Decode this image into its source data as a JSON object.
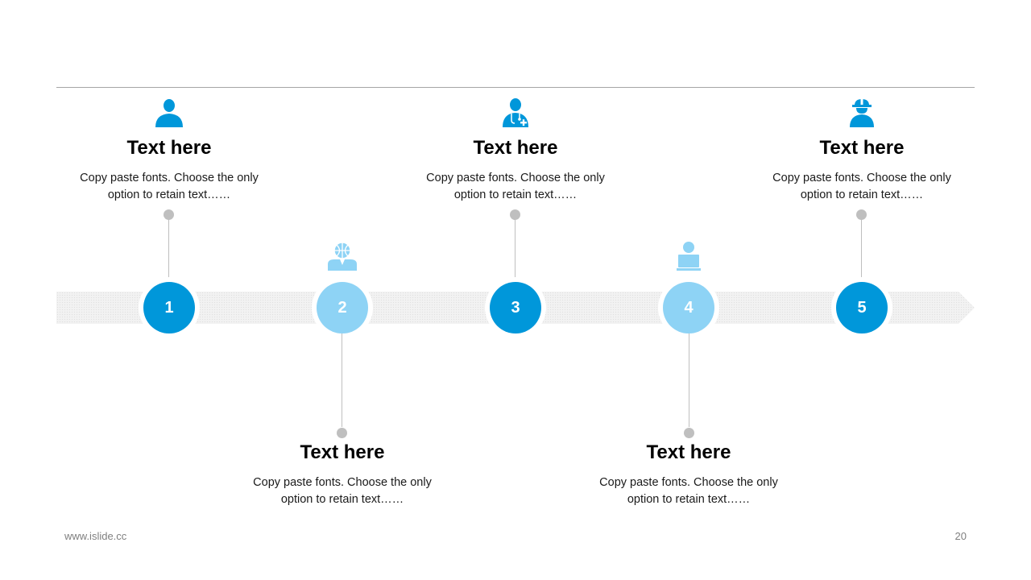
{
  "footer": {
    "website": "www.islide.cc",
    "page_number": "20"
  },
  "colors": {
    "dark_blue": "#0097da",
    "light_blue": "#8ed3f5",
    "connector_gray": "#bfbfbf"
  },
  "steps": [
    {
      "number": "1",
      "title": "Text here",
      "desc_line1": "Copy paste fonts. Choose the only",
      "desc_line2": "option to retain text……",
      "icon": "person-icon"
    },
    {
      "number": "2",
      "title": "Text here",
      "desc_line1": "Copy paste fonts. Choose the only",
      "desc_line2": "option to retain text……",
      "icon": "person-globe-icon"
    },
    {
      "number": "3",
      "title": "Text here",
      "desc_line1": "Copy paste fonts. Choose the only",
      "desc_line2": "option to retain text……",
      "icon": "doctor-icon"
    },
    {
      "number": "4",
      "title": "Text here",
      "desc_line1": "Copy paste fonts. Choose the only",
      "desc_line2": "option to retain text……",
      "icon": "person-laptop-icon"
    },
    {
      "number": "5",
      "title": "Text here",
      "desc_line1": "Copy paste fonts. Choose the only",
      "desc_line2": "option to retain text……",
      "icon": "worker-helmet-icon"
    }
  ]
}
